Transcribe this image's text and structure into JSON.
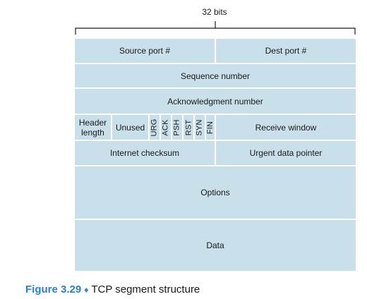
{
  "width_label": "32 bits",
  "rows": {
    "source_port": "Source port #",
    "dest_port": "Dest port #",
    "sequence_number": "Sequence number",
    "acknowledgment_number": "Acknowledgment number",
    "header_length_line1": "Header",
    "header_length_line2": "length",
    "unused": "Unused",
    "flags": [
      "URG",
      "ACK",
      "PSH",
      "RST",
      "SYN",
      "FIN"
    ],
    "receive_window": "Receive window",
    "internet_checksum": "Internet checksum",
    "urgent_data_pointer": "Urgent data pointer",
    "options": "Options",
    "data": "Data"
  },
  "caption": {
    "figure": "Figure 3.29",
    "text": "TCP segment structure"
  },
  "colors": {
    "cell_fill": "#c9dfea",
    "caption_accent": "#2a7fd4"
  }
}
